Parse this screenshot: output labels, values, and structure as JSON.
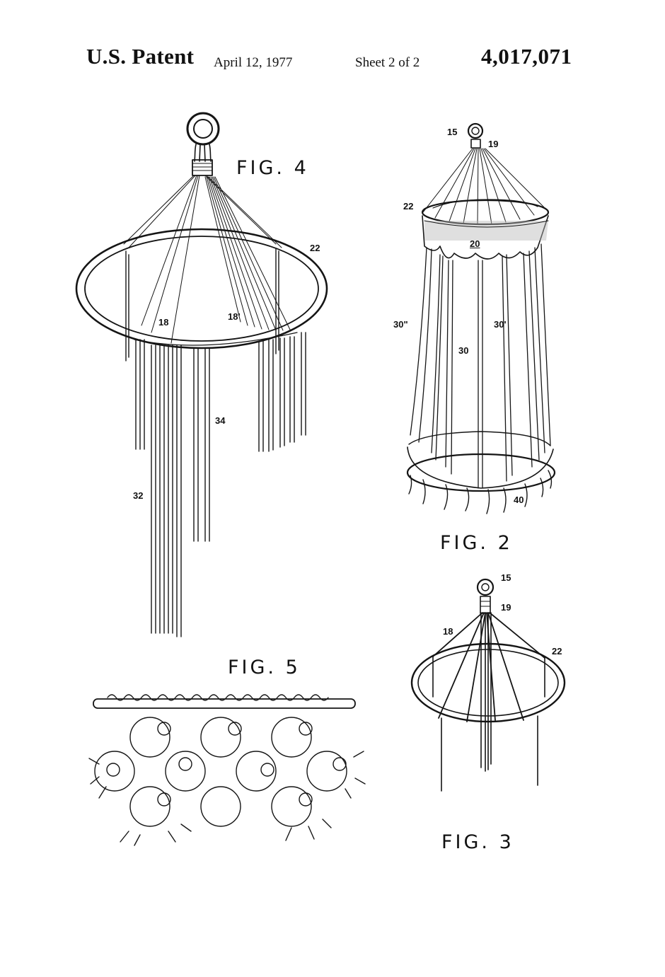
{
  "header": {
    "patent_label": "U.S. Patent",
    "date": "April 12, 1977",
    "sheet": "Sheet 2 of 2",
    "patent_number": "4,017,071"
  },
  "figures": {
    "fig4": {
      "caption": "FIG. 4",
      "refs": {
        "r22": "22",
        "r18": "18",
        "r18p": "18'",
        "r34": "34",
        "r32": "32"
      }
    },
    "fig2": {
      "caption": "FIG. 2",
      "refs": {
        "r15": "15",
        "r19": "19",
        "r22": "22",
        "r20": "20",
        "r30pp": "30\"",
        "r30p": "30'",
        "r30": "30",
        "r40": "40"
      }
    },
    "fig3": {
      "caption": "FIG. 3",
      "refs": {
        "r15": "15",
        "r19": "19",
        "r18": "18",
        "r22": "22"
      }
    },
    "fig5": {
      "caption": "FIG. 5"
    }
  },
  "colors": {
    "ink": "#151515",
    "paper": "#ffffff"
  }
}
